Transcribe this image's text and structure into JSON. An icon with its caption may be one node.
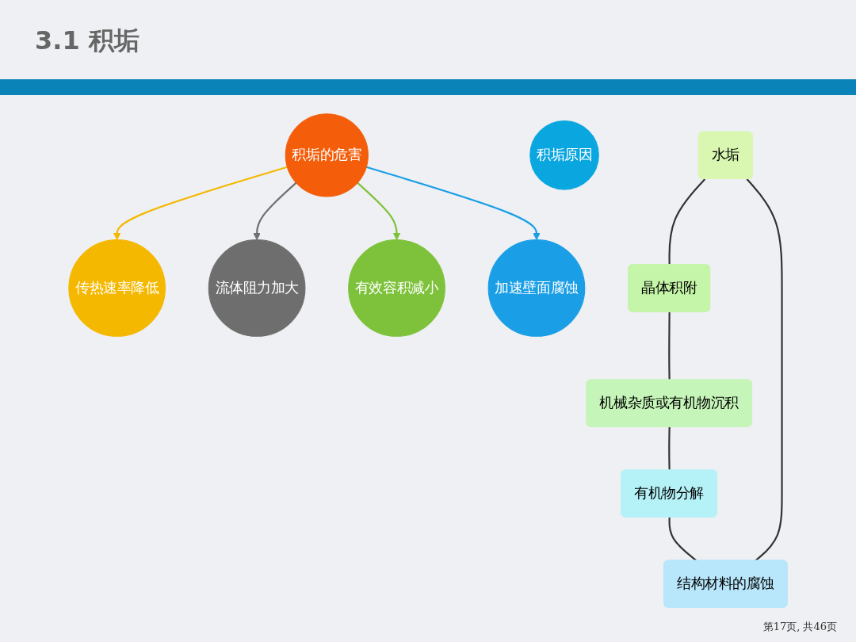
{
  "diagram": {
    "title": "3.1 积垢",
    "nodes": [
      {
        "text": [
          "积垢的危害"
        ]
      },
      {
        "text": [
          "传热速率降低"
        ]
      },
      {
        "text": [
          "流体阻力加大"
        ]
      },
      {
        "text": [
          "有效容积减小"
        ]
      },
      {
        "text": [
          "加速壁面腐蚀"
        ]
      },
      {
        "text": [
          "积垢原因"
        ]
      },
      {
        "text": [
          "水垢"
        ]
      },
      {
        "text": [
          "晶体积附"
        ]
      },
      {
        "text": [
          "机械杂质或有机物沉积"
        ]
      },
      {
        "text": [
          "有机物分解"
        ]
      },
      {
        "text": [
          "结构材料的腐蚀"
        ]
      }
    ],
    "edges": [
      {
        "from": 0,
        "to": 1,
        "arrow": "to",
        "color": "#f5b800"
      },
      {
        "from": 0,
        "to": 2,
        "arrow": "to",
        "color": "#707070"
      },
      {
        "from": 0,
        "to": 3,
        "arrow": "to",
        "color": "#7dc23a"
      },
      {
        "from": 0,
        "to": 4,
        "arrow": "to",
        "color": "#1a9ee6"
      },
      {
        "from": 6,
        "to": 7,
        "arrow": "none"
      },
      {
        "from": 7,
        "to": 8,
        "arrow": "none"
      },
      {
        "from": 8,
        "to": 9,
        "arrow": "none"
      },
      {
        "from": 9,
        "to": 10,
        "arrow": "none"
      },
      {
        "from": 10,
        "to": 6,
        "arrow": "none"
      }
    ],
    "labels": [
      "第17页, 共46页"
    ]
  }
}
